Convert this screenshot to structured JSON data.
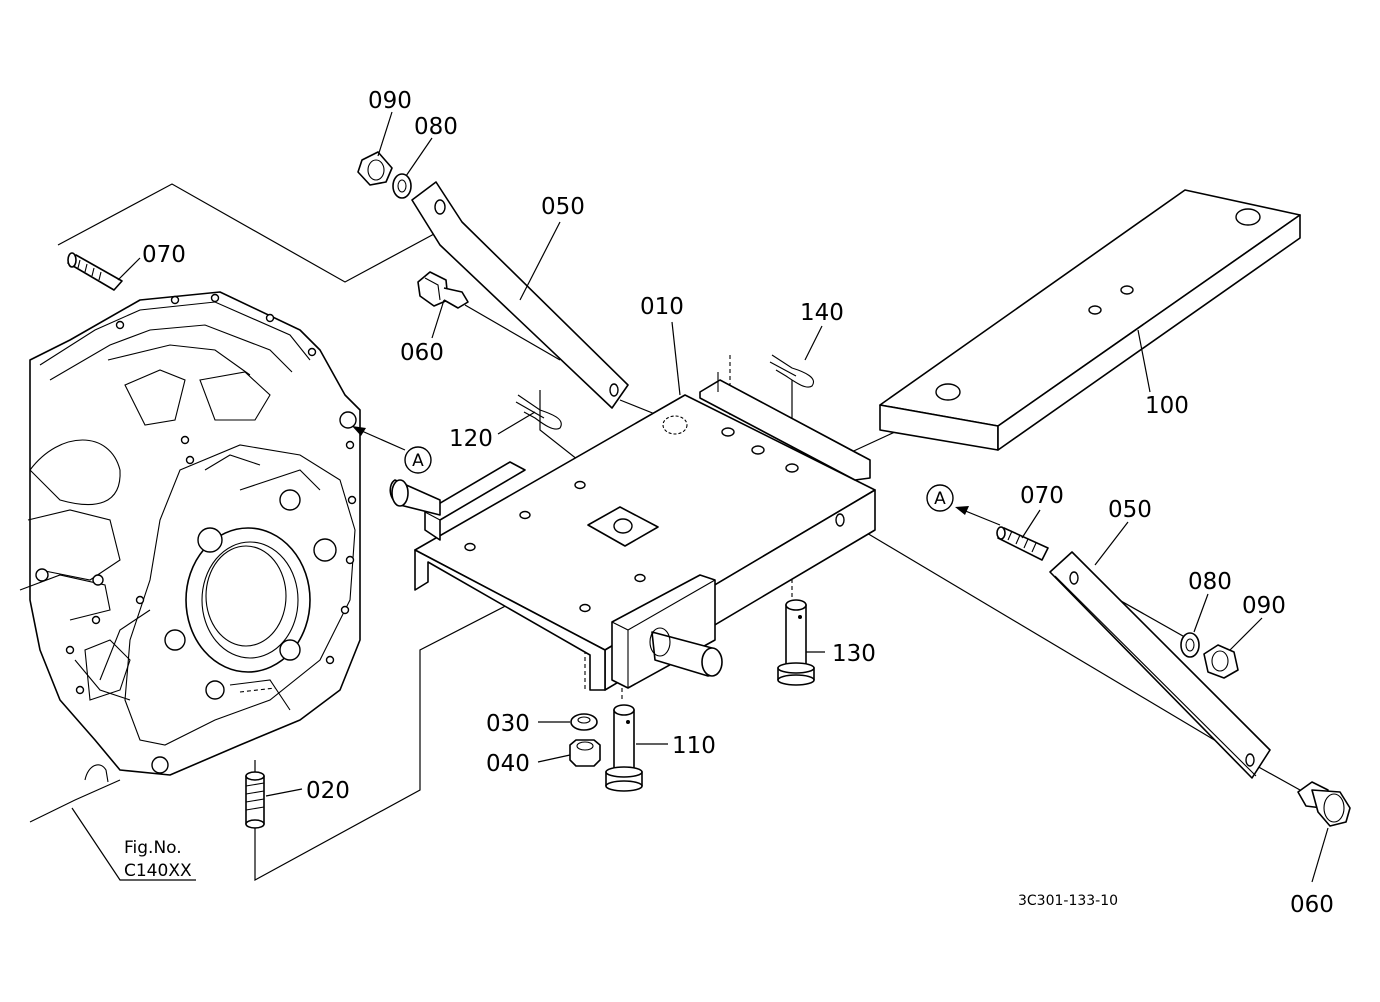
{
  "labels": {
    "p090a": "090",
    "p080a": "080",
    "p050a": "050",
    "p070a": "070",
    "p060a": "060",
    "p010": "010",
    "p140": "140",
    "p120": "120",
    "p100": "100",
    "p070b": "070",
    "p050b": "050",
    "p080b": "080",
    "p090b": "090",
    "p130": "130",
    "p030": "030",
    "p110": "110",
    "p040": "040",
    "p020": "020",
    "p060b": "060"
  },
  "callout_a": "A",
  "fig_ref": {
    "line1": "Fig.No.",
    "line2": "C140XX"
  },
  "drawing_code": "3C301-133-10"
}
